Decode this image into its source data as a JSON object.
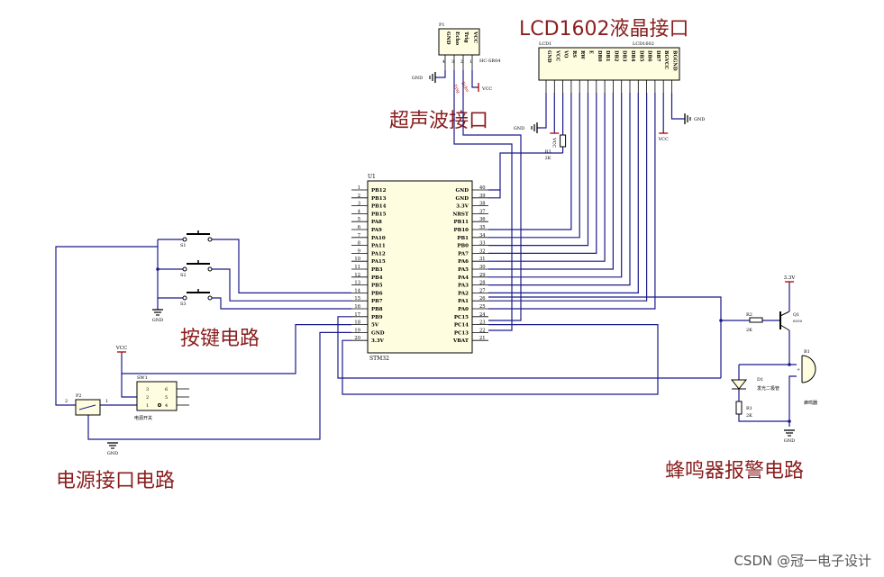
{
  "titles": {
    "lcd": "LCD1602液晶接口",
    "ultrasonic": "超声波接口",
    "keys": "按键电路",
    "power": "电源接口电路",
    "buzzer": "蜂鸣器报警电路"
  },
  "watermark": "CSDN @冠一电子设计",
  "u1": {
    "ref": "U1",
    "name": "STM32",
    "left_pins": [
      {
        "num": "1",
        "name": "PB12"
      },
      {
        "num": "2",
        "name": "PB13"
      },
      {
        "num": "3",
        "name": "PB14"
      },
      {
        "num": "4",
        "name": "PB15"
      },
      {
        "num": "5",
        "name": "PA8"
      },
      {
        "num": "6",
        "name": "PA9"
      },
      {
        "num": "7",
        "name": "PA10"
      },
      {
        "num": "8",
        "name": "PA11"
      },
      {
        "num": "9",
        "name": "PA12"
      },
      {
        "num": "10",
        "name": "PA15"
      },
      {
        "num": "11",
        "name": "PB3"
      },
      {
        "num": "12",
        "name": "PB4"
      },
      {
        "num": "13",
        "name": "PB5"
      },
      {
        "num": "14",
        "name": "PB6"
      },
      {
        "num": "15",
        "name": "PB7"
      },
      {
        "num": "16",
        "name": "PB8"
      },
      {
        "num": "17",
        "name": "PB9"
      },
      {
        "num": "18",
        "name": "5V"
      },
      {
        "num": "19",
        "name": "GND"
      },
      {
        "num": "20",
        "name": "3.3V"
      }
    ],
    "right_pins": [
      {
        "num": "40",
        "name": "GND"
      },
      {
        "num": "39",
        "name": "GND"
      },
      {
        "num": "38",
        "name": "3.3V"
      },
      {
        "num": "37",
        "name": "NRST"
      },
      {
        "num": "36",
        "name": "PB11"
      },
      {
        "num": "35",
        "name": "PB10"
      },
      {
        "num": "34",
        "name": "PB1"
      },
      {
        "num": "33",
        "name": "PB0"
      },
      {
        "num": "32",
        "name": "PA7"
      },
      {
        "num": "31",
        "name": "PA6"
      },
      {
        "num": "30",
        "name": "PA5"
      },
      {
        "num": "29",
        "name": "PA4"
      },
      {
        "num": "28",
        "name": "PA3"
      },
      {
        "num": "27",
        "name": "PA2"
      },
      {
        "num": "26",
        "name": "PA1"
      },
      {
        "num": "25",
        "name": "PA0"
      },
      {
        "num": "24",
        "name": "PC15"
      },
      {
        "num": "23",
        "name": "PC14"
      },
      {
        "num": "22",
        "name": "PC13"
      },
      {
        "num": "21",
        "name": "VBAT"
      }
    ]
  },
  "p1": {
    "ref": "P1",
    "part": "HC-SR04",
    "pins": [
      "GND",
      "Echo",
      "Trig",
      "VCC"
    ],
    "nums": [
      "4",
      "3",
      "2",
      "1"
    ],
    "net_labels": [
      "Echo",
      "Trig"
    ]
  },
  "lcd1": {
    "ref": "LCD1",
    "part": "LCD1602",
    "pins": [
      "GND",
      "VCC",
      "VO",
      "RS",
      "RW",
      "E",
      "DB0",
      "DB1",
      "DB2",
      "DB3",
      "DB4",
      "DB5",
      "DB6",
      "DB7",
      "BGVCC",
      "BGGND"
    ]
  },
  "r3": {
    "ref": "R3",
    "value": "2K"
  },
  "r2": {
    "ref": "R2",
    "value": "2K"
  },
  "r1": {
    "ref": "R1",
    "value": "2K"
  },
  "q1": {
    "ref": "Q1",
    "part": "8550"
  },
  "d1": {
    "ref": "D1",
    "part": "发光二极管"
  },
  "b1": {
    "ref": "B1",
    "part": "蜂鸣器"
  },
  "p2": {
    "ref": "P2",
    "pins": [
      "2",
      "1"
    ]
  },
  "sw1": {
    "ref": "SW1",
    "part": "电源开关",
    "pins": [
      "3",
      "6",
      "2",
      "5",
      "1",
      "4"
    ]
  },
  "switches": [
    "S1",
    "S2",
    "S3"
  ],
  "power_labels": {
    "gnd": "GND",
    "vcc": "VCC",
    "v33": "3.3V"
  }
}
